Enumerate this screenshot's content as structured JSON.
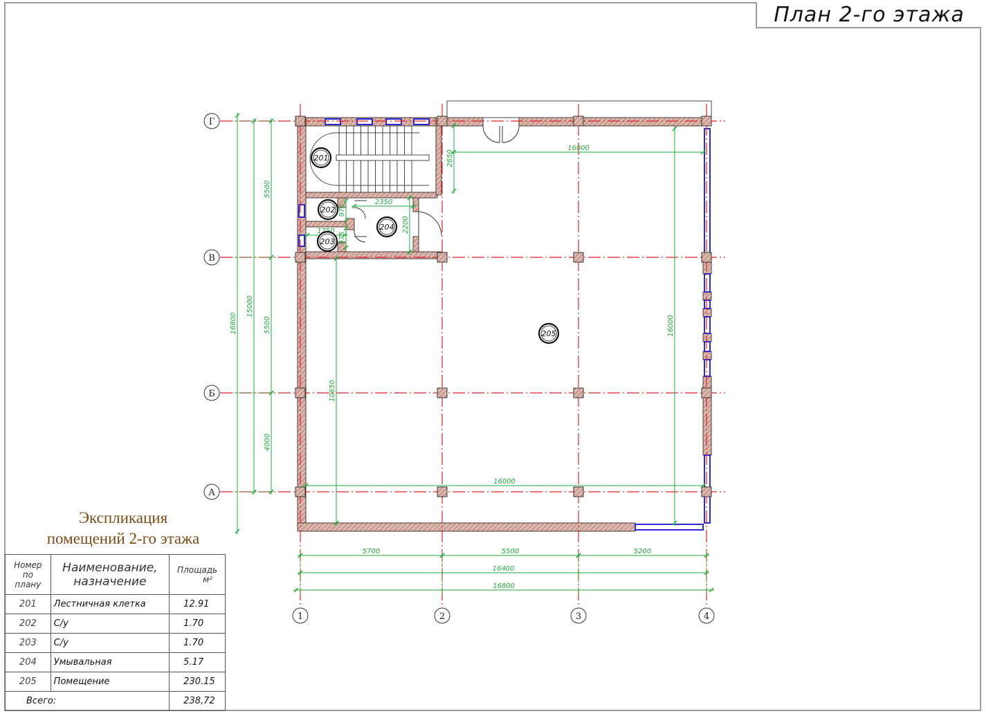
{
  "title": "План 2-го этажа",
  "explication": {
    "title_line1": "Экспликация",
    "title_line2": "помещений 2-го этажа",
    "headers": {
      "number_line1": "Номер по",
      "number_line2": "плану",
      "name_line1": "Наименование,",
      "name_line2": "назначение",
      "area_line1": "Площадь",
      "area_line2": "м²"
    },
    "rows": [
      {
        "num": "201",
        "name": "Лестничная клетка",
        "area": "12.91"
      },
      {
        "num": "202",
        "name": "С/у",
        "area": "1.70"
      },
      {
        "num": "203",
        "name": "С/у",
        "area": "1.70"
      },
      {
        "num": "204",
        "name": "Умывальная",
        "area": "5.17"
      },
      {
        "num": "205",
        "name": "Помещение",
        "area": "230.15"
      }
    ],
    "total_label": "Всего:",
    "total_value": "238,72"
  },
  "axes": {
    "rows": [
      "Г",
      "В",
      "Б",
      "А"
    ],
    "columns": [
      "1",
      "2",
      "3",
      "4"
    ]
  },
  "rooms": [
    "201",
    "202",
    "203",
    "204",
    "205"
  ],
  "dimensions": {
    "left_overall": "16800",
    "left_axes": "15000",
    "left_gv": "5500",
    "left_vb": "5500",
    "left_ba": "4000",
    "bottom_12": "5700",
    "bottom_23": "5500",
    "bottom_34": "5200",
    "bottom_axes": "16400",
    "bottom_overall": "16800",
    "inner_top_width": "16000",
    "inner_bottom_width": "16000",
    "inner_right_height": "16000",
    "inner_left_height": "10650",
    "stair_depth": "2650",
    "wc_width": "2350",
    "washroom_height": "2200",
    "wc_depth_1": "975",
    "wc_depth_2": "975",
    "wc_length": "1750"
  },
  "colors": {
    "axis": "#e0202a",
    "dimension": "#1faa3a",
    "wall_fill": "#d9b3a8",
    "wall_hatch": "#a86e62",
    "window": "#2a2ad0"
  }
}
